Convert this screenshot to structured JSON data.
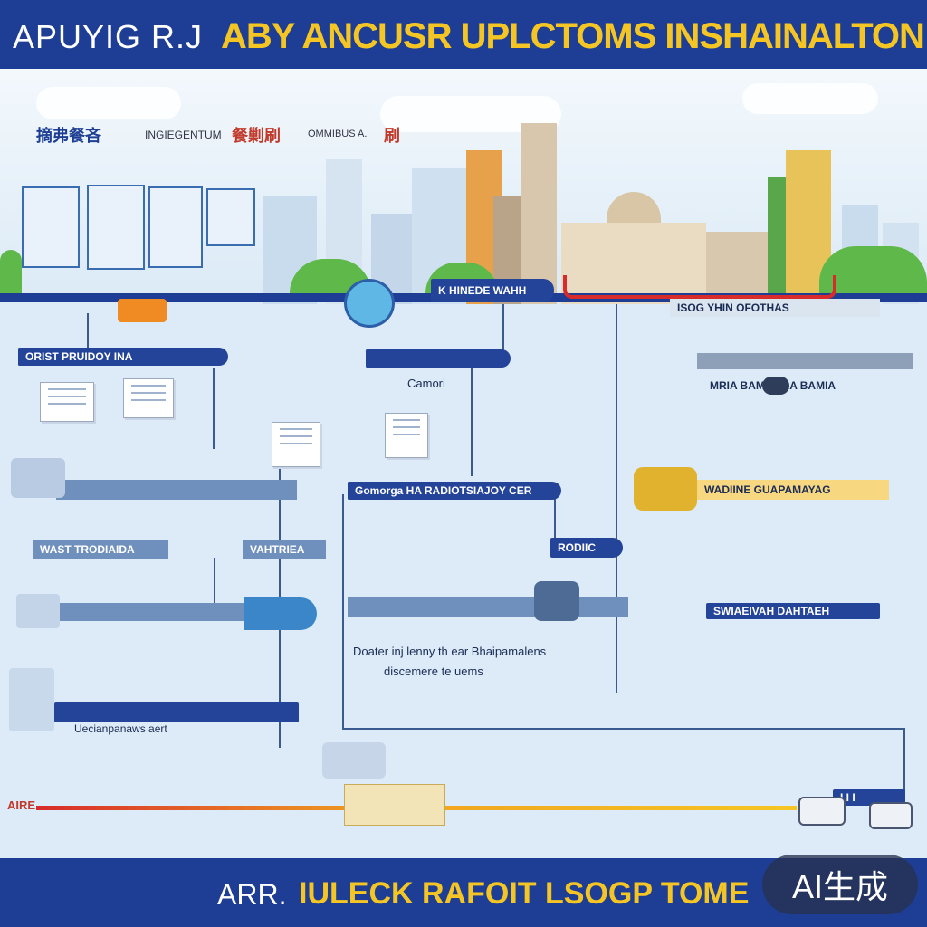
{
  "header": {
    "title_left": "APUYIG R.J",
    "title_main": "ABY ANCUSR UPLCTOMS INSHAINALTON"
  },
  "skyline": {
    "labels": [
      "摘弗餐吝",
      "INGIEGENTUM",
      "餐剿刷",
      "OMMIBUS A.",
      "刷"
    ],
    "road_label": "K HINEDE WAHH",
    "right_label": "ISOG YHIN OFOTHAS"
  },
  "flow": {
    "left_title": "ORIST PRUIDOY INA",
    "center_label": "Camori",
    "mid_bar": "Gomorga HA RADIOTSIAJOY CER",
    "right_small_bar": "RODIIC",
    "left_bar_1": "WAST TRODIAIDA",
    "left_bar_2": "VAHTRIEA",
    "right_bar_top": "MRIA BAMAMAA BAMIA",
    "right_bar_mid": "WADIINE GUAPAMAYAG",
    "right_bar_low": "SWIAEIVAH DAHTAEH",
    "caption_line1": "Doater inj lenny th ear Bhaipamalens",
    "caption_line2": "discemere te uems",
    "bottom_bar": "Uecianpanaws aert",
    "bottom_left_code": "AIRE",
    "bottom_right_code": "I I I"
  },
  "footer": {
    "prefix": "ARR.",
    "title": "IULECK RAFOIT LSOGP TOME"
  },
  "badge": "AI生成",
  "colors": {
    "navy": "#1d3e94",
    "gold": "#f5c623",
    "panel": "#dcebf7",
    "red": "#d82b2b",
    "orange": "#f0a020"
  }
}
